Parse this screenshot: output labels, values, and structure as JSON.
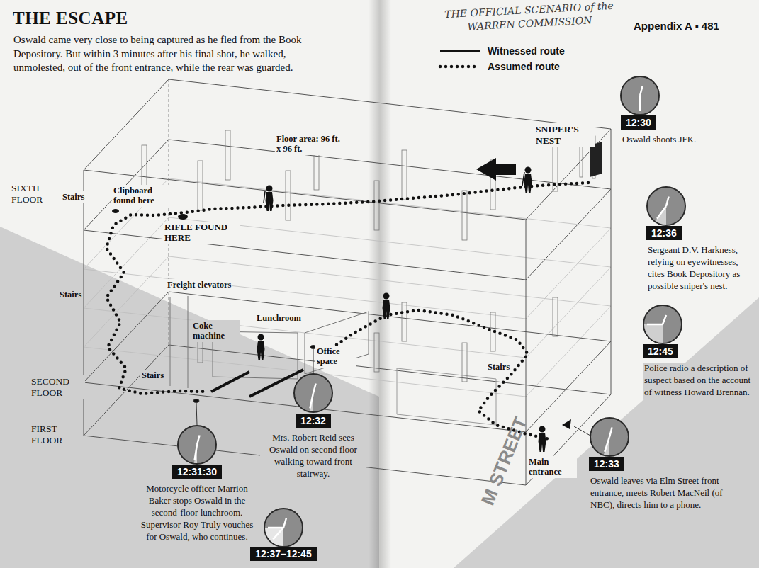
{
  "diagram": {
    "title": "THE ESCAPE",
    "caption": "Oswald came very close to being captured as he fled from the Book Depository. But within 3 minutes after his final shot, he walked, unmolested, out of the front entrance, while the rear was guarded.",
    "nodes": [
      {
        "text": [
          "12:30",
          "Oswald shoots JFK."
        ]
      },
      {
        "text": [
          "12:36",
          "Sergeant D.V. Harkness, relying on eyewitnesses, cites Book Depository as possible sniper's nest."
        ]
      },
      {
        "text": [
          "12:45",
          "Police radio a description of suspect based on the account of witness Howard Brennan."
        ]
      },
      {
        "text": [
          "12:31:30",
          "Motorcycle officer Marrion Baker stops Oswald in the second-floor lunchroom. Supervisor Roy Truly vouches for Oswald, who continues."
        ]
      },
      {
        "text": [
          "12:32",
          "Mrs. Robert Reid sees Oswald on second floor walking toward front stairway."
        ]
      },
      {
        "text": [
          "12:33",
          "Oswald leaves via Elm Street front entrance, meets Robert MacNeil (of NBC), directs him to a phone."
        ]
      },
      {
        "text": [
          "12:37–12:45"
        ]
      }
    ],
    "labels": [
      "THE OFFICIAL SCENARIO of the WARREN COMMISSION",
      "Appendix A ▪ 481",
      "SIXTH FLOOR",
      "Stairs",
      "Clipboard found here",
      "RIFLE FOUND HERE",
      "Floor area: 96 ft. x 96 ft.",
      "SNIPER'S NEST",
      "Stairs",
      "Freight elevators",
      "Coke machine",
      "Lunchroom",
      "Office space",
      "Stairs",
      "SECOND FLOOR",
      "Stairs",
      "FIRST FLOOR",
      "Main entrance",
      "M STREET"
    ],
    "legend": [
      {
        "text": "Witnessed route"
      },
      {
        "text": "Assumed route"
      }
    ]
  }
}
